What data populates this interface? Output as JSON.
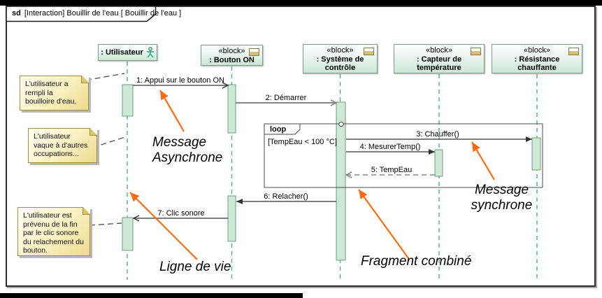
{
  "frame": {
    "keyword": "sd",
    "title": "[Interaction] Bouillir de l'eau [ Bouillir de l'eau ]"
  },
  "lifelines": {
    "utilisateur": {
      "name": ": Utilisateur"
    },
    "bouton": {
      "stereotype": "«block»",
      "name": ": Bouton ON"
    },
    "systeme": {
      "stereotype": "«block»",
      "name": ": Système de contrôle"
    },
    "capteur": {
      "stereotype": "«block»",
      "name": ": Capteur de température"
    },
    "resistance": {
      "stereotype": "«block»",
      "name": ": Résistance chauffante"
    }
  },
  "messages": {
    "m1": "1: Appui sur le bouton ON",
    "m2": "2: Démarrer",
    "m3": "3: Chauffer()",
    "m4": "4: MesurerTemp()",
    "m5": "5: TempEau",
    "m6": "6: Relacher()",
    "m7": "7: Clic sonore"
  },
  "fragment": {
    "operator": "loop",
    "guard": "[TempEau < 100 °C]"
  },
  "notes": {
    "note1": "L'utilisateur a rempli la bouilloire d'eau.",
    "note2": "L'utilisateur vaque à d'autres occupations...",
    "note3": "L'utilisateur est prévenu de la fin par le clic sonore du relachement du bouton."
  },
  "annotations": {
    "async": "Message Asynchrone",
    "sync": "Message synchrone",
    "fragment": "Fragment combiné",
    "lifeline": "Ligne de vie"
  },
  "colors": {
    "lifeline_dash": "#4fae8e",
    "activation_fill": "#cfe8d6",
    "activation_border": "#6e9c82",
    "note_border": "#a09043",
    "annotation_arrow": "#ff6a13",
    "message_line": "#333333"
  }
}
